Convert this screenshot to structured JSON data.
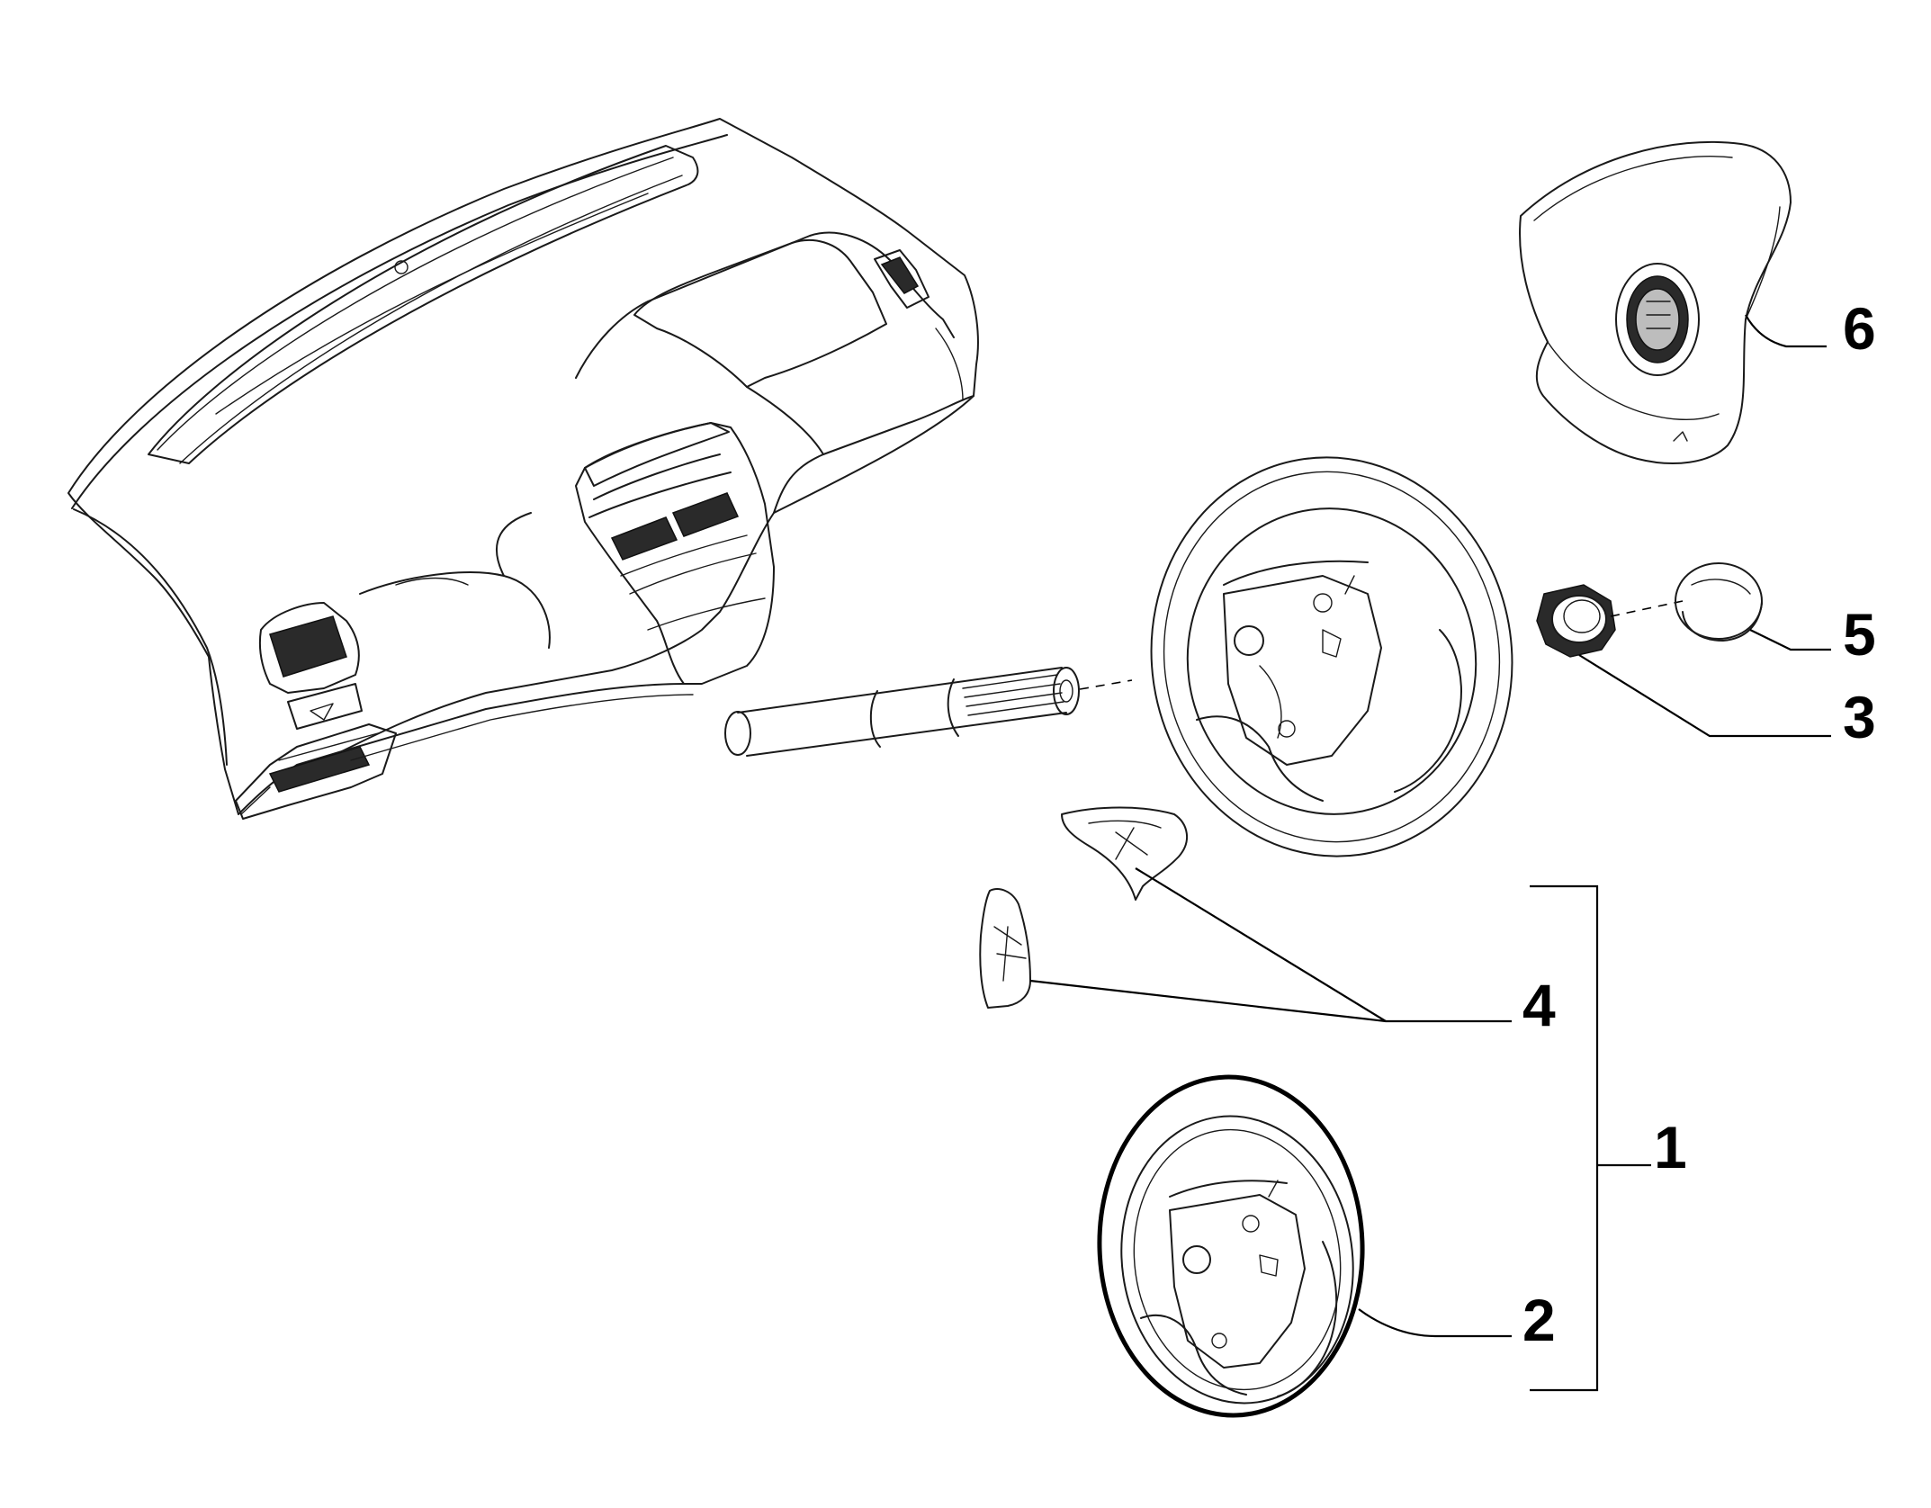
{
  "diagram": {
    "parts": [
      {
        "number": "1",
        "part": "steering-wheel-assembly"
      },
      {
        "number": "2",
        "part": "steering-wheel"
      },
      {
        "number": "3",
        "part": "hub-adapter"
      },
      {
        "number": "4",
        "part": "spoke-covers"
      },
      {
        "number": "5",
        "part": "centre-cap"
      },
      {
        "number": "6",
        "part": "driver-airbag"
      }
    ],
    "colors": {
      "line": "#1a1a1a",
      "background": "#ffffff"
    }
  }
}
